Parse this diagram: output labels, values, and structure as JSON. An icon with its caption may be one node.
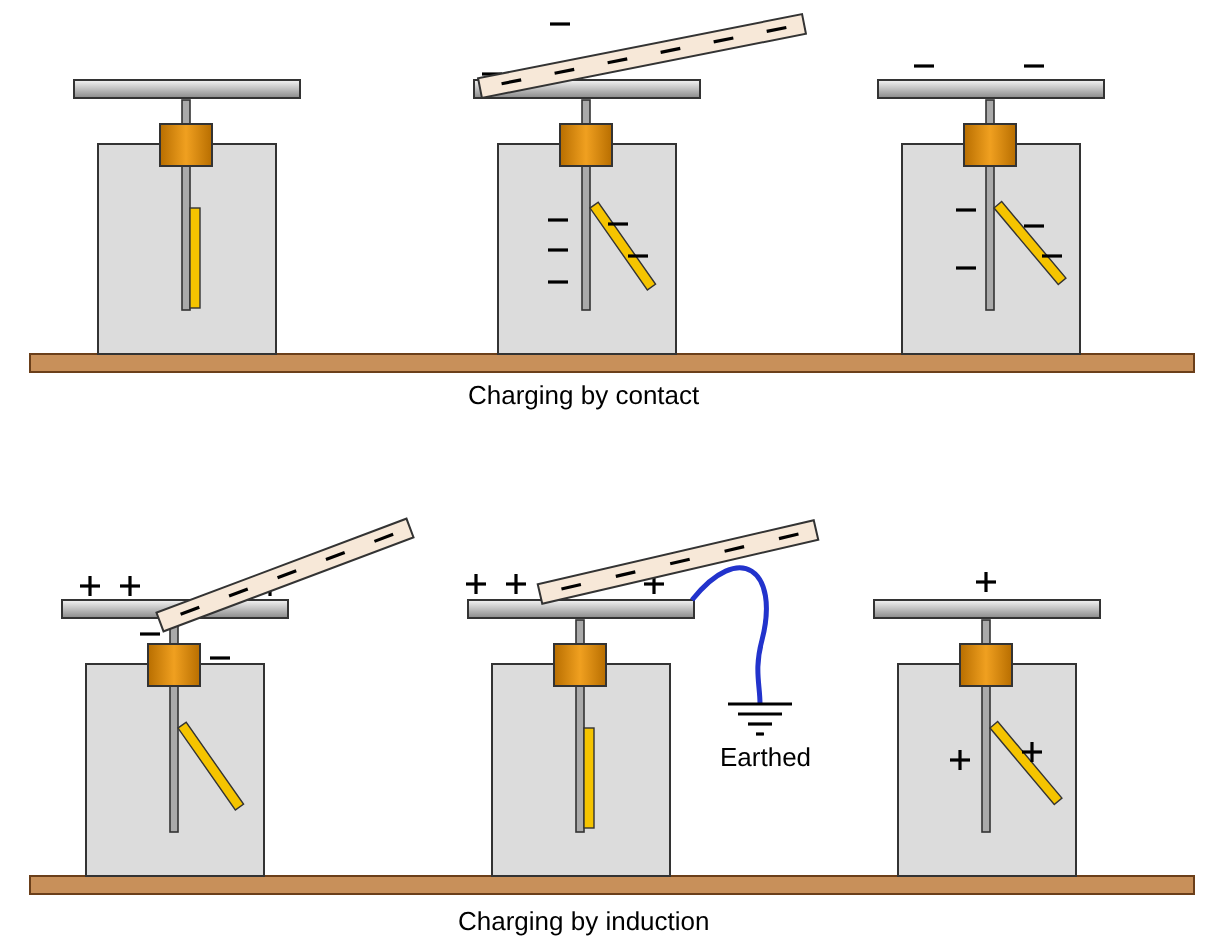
{
  "diagram": {
    "labels": [
      "Charging by contact",
      "Earthed",
      "Charging by induction"
    ]
  }
}
